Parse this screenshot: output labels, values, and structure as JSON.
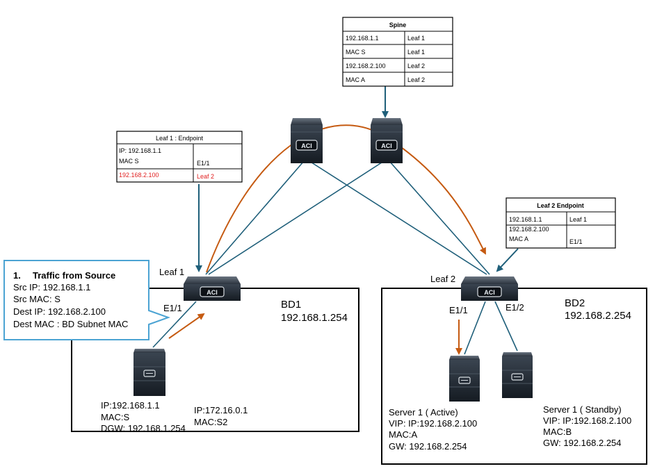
{
  "spine_table": {
    "title": "Spine",
    "rows": [
      [
        "192.168.1.1",
        "Leaf 1"
      ],
      [
        "MAC S",
        "Leaf 1"
      ],
      [
        "192.168.2.100",
        "Leaf 2"
      ],
      [
        "MAC A",
        "Leaf 2"
      ]
    ]
  },
  "leaf1_table": {
    "title": "Leaf 1 : Endpoint",
    "ip": "IP: 192.168.1.1",
    "mac": "MAC S",
    "port": "E1/1",
    "remote_ip": "192.168.2.100",
    "remote_leaf": "Leaf 2",
    "highlight_color": "#e02020"
  },
  "leaf2_table": {
    "title": "Leaf 2 Endpoint",
    "row1_ip": "192.168.1.1",
    "row1_leaf": "Leaf 1",
    "row2_ip": "192.168.2.100",
    "row2_mac": "MAC A",
    "row2_port": "E1/1"
  },
  "callout": {
    "heading_num": "1.",
    "heading": "Traffic from Source",
    "lines": [
      "Src IP: 192.168.1.1",
      "Src MAC: S",
      "Dest IP: 192.168.2.100",
      "Dest MAC : BD Subnet MAC"
    ],
    "border_color": "#4ba3d3"
  },
  "leaf1": {
    "name": "Leaf 1",
    "port": "E1/1",
    "bd_name": "BD1",
    "bd_subnet": "192.168.1.254"
  },
  "leaf2": {
    "name": "Leaf 2",
    "port1": "E1/1",
    "port2": "E1/2",
    "bd_name": "BD2",
    "bd_subnet": "192.168.2.254"
  },
  "device_badge": "ACI",
  "host1": {
    "ip": "IP:192.168.1.1",
    "mac": "MAC:S",
    "dgw": "DGW: 192.168.1.254"
  },
  "host2": {
    "ip": "IP:172.16.0.1",
    "mac": "MAC:S2"
  },
  "server_active": {
    "name": "Server 1 ( Active)",
    "vip": "VIP: IP:192.168.2.100",
    "mac": "MAC:A",
    "gw": "GW: 192.168.2.254"
  },
  "server_standby": {
    "name": "Server 1 ( Standby)",
    "vip": "VIP: IP:192.168.2.100",
    "mac": "MAC:B",
    "gw": "GW: 192.168.2.254"
  },
  "colors": {
    "link": "#1f5f7a",
    "traffic": "#c55a11",
    "device_dark": "#1e2530"
  }
}
